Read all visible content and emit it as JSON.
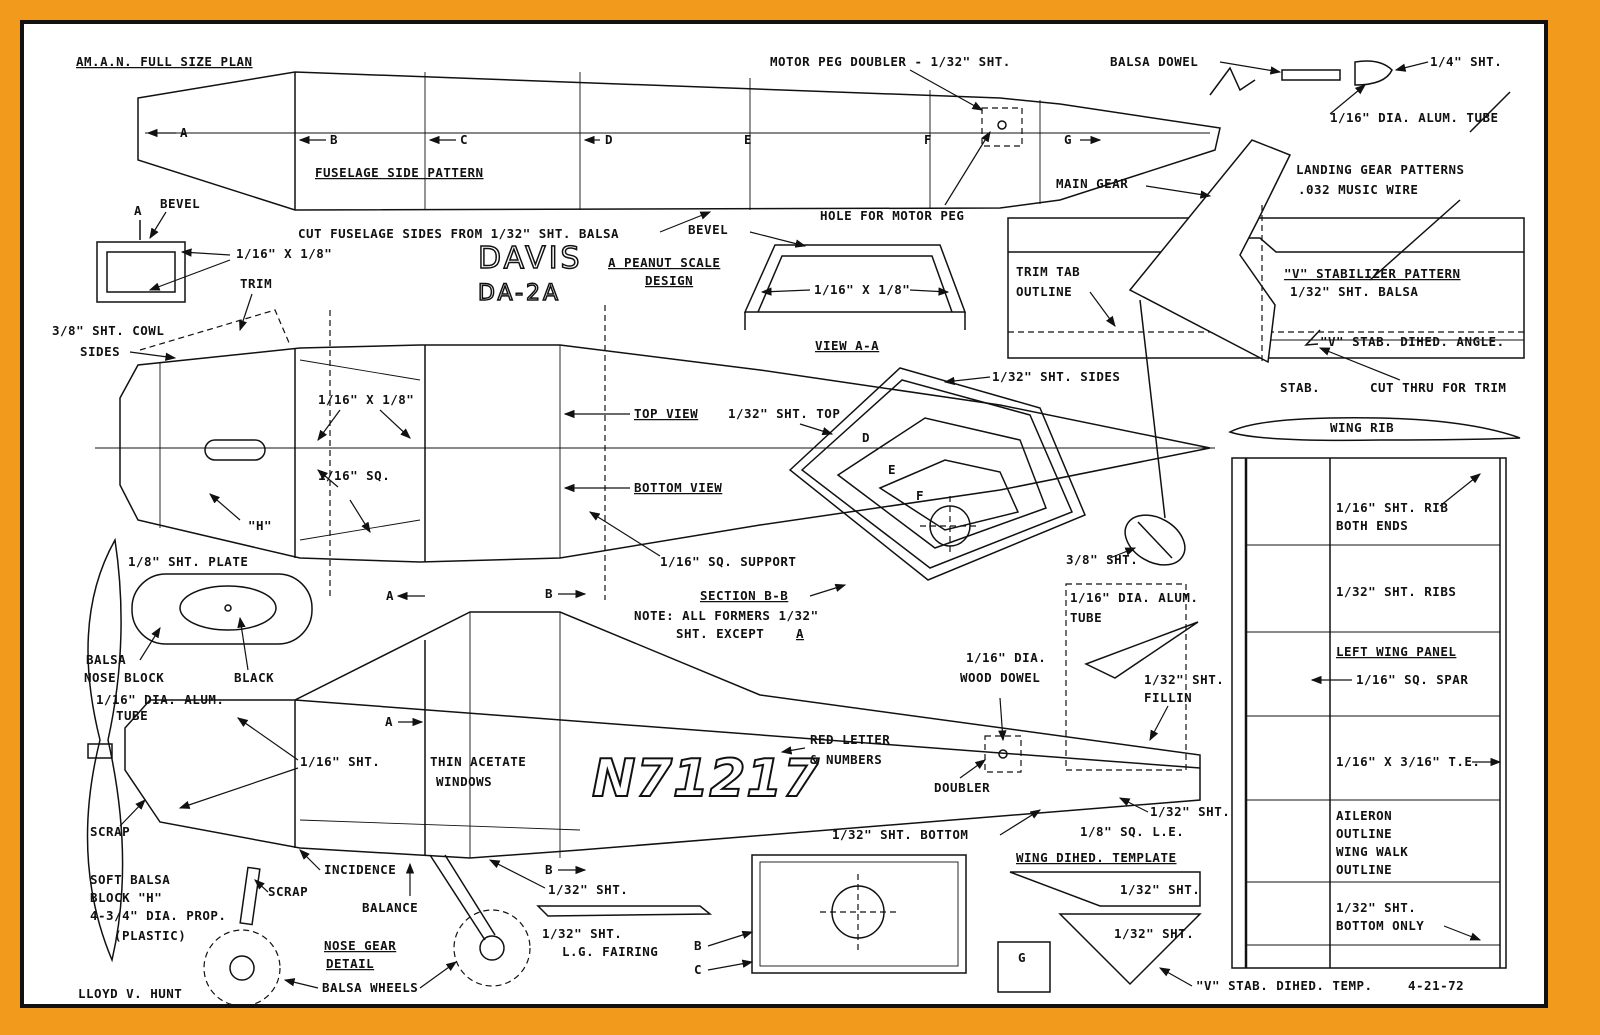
{
  "plan": {
    "title": "AM.A.N. FULL SIZE PLAN",
    "design_name": "DAVIS",
    "design_model": "DA-2A",
    "design_line1": "A PEANUT SCALE",
    "design_line2": "DESIGN",
    "registration": "N71217",
    "date": "4-21-72",
    "designer": "LLOYD V. HUNT"
  },
  "labels": {
    "fuselage_side_pattern": "FUSELAGE SIDE PATTERN",
    "cut_fuselage_sides": "CUT FUSELAGE SIDES FROM 1/32\" SHT. BALSA",
    "motor_peg_doubler": "MOTOR PEG DOUBLER - 1/32\" SHT.",
    "hole_for_motor_peg": "HOLE FOR MOTOR PEG",
    "balsa_dowel": "BALSA DOWEL",
    "sht_1_4": "1/4\" SHT.",
    "alum_tube_top": "1/16\" DIA. ALUM. TUBE",
    "landing_gear_patterns": "LANDING GEAR PATTERNS",
    "music_wire": ".032 MUSIC WIRE",
    "main_gear": "MAIN GEAR",
    "bevel_top": "BEVEL",
    "bevel_left": "BEVEL",
    "a_mark": "A",
    "sixteenth_by_eighth_1": "1/16\" X 1/8\"",
    "sixteenth_by_eighth_2": "1/16\" X 1/8\"",
    "sixteenth_by_eighth_3": "1/16\" X 1/8\"",
    "trim": "TRIM",
    "cowl_sides_1": "3/8\" SHT. COWL",
    "cowl_sides_2": "SIDES",
    "view_aa": "VIEW A-A",
    "trim_tab_1": "TRIM TAB",
    "trim_tab_2": "OUTLINE",
    "v_stab_pattern": "\"V\" STABILIZER PATTERN",
    "v_stab_balsa": "1/32\" SHT. BALSA",
    "v_stab_dihed_angle": "\"V\" STAB. DIHED. ANGLE.",
    "stab_cl": "STAB.",
    "cut_thru_trim": "CUT THRU FOR TRIM",
    "sides_132": "1/32\" SHT. SIDES",
    "top_view": "TOP VIEW",
    "top_132": "1/32\" SHT. TOP",
    "bottom_view": "BOTTOM VIEW",
    "sixteenth_sq": "1/16\" SQ.",
    "h_mark": "\"H\"",
    "sq_support": "1/16\" SQ. SUPPORT",
    "section_bb": "SECTION B-B",
    "note_formers_1": "NOTE: ALL FORMERS 1/32\"",
    "note_formers_2": "SHT. EXCEPT",
    "note_formers_3": "A",
    "wing_rib": "WING RIB",
    "rib_both_ends_1": "1/16\" SHT. RIB",
    "rib_both_ends_2": "BOTH ENDS",
    "ribs_132": "1/32\" SHT. RIBS",
    "left_wing_panel": "LEFT WING PANEL",
    "sq_spar": "1/16\" SQ. SPAR",
    "te": "1/16\" X 3/16\" T.E.",
    "aileron_1": "AILERON",
    "aileron_2": "OUTLINE",
    "wing_walk_1": "WING WALK",
    "wing_walk_2": "OUTLINE",
    "bottom_only_1": "1/32\" SHT.",
    "bottom_only_2": "BOTTOM ONLY",
    "three_eighths_sht": "3/8\" SHT.",
    "alum_tube_mid_1": "1/16\" DIA. ALUM.",
    "alum_tube_mid_2": "TUBE",
    "wood_dowel_1": "1/16\" DIA.",
    "wood_dowel_2": "WOOD DOWEL",
    "fillin_1": "1/32\" SHT.",
    "fillin_2": "FILLIN",
    "plate": "1/8\" SHT. PLATE",
    "balsa_nose_1": "BALSA",
    "balsa_nose_2": "NOSE BLOCK",
    "black": "BLACK",
    "alum_tube_nose_1": "1/16\" DIA. ALUM.",
    "alum_tube_nose_2": "TUBE",
    "sht_116": "1/16\" SHT.",
    "thin_acetate_1": "THIN ACETATE",
    "thin_acetate_2": "WINDOWS",
    "red_letter_1": "RED LETTER",
    "red_letter_2": "& NUMBERS",
    "doubler": "DOUBLER",
    "sht_132_tail": "1/32\" SHT.",
    "bottom_132": "1/32\" SHT. BOTTOM",
    "sq_le": "1/8\" SQ. L.E.",
    "wing_dihed_template": "WING DIHED. TEMPLATE",
    "sht_132_wdt": "1/32\" SHT.",
    "sht_132_vdt": "1/32\" SHT.",
    "v_stab_dihed_temp": "\"V\" STAB. DIHED. TEMP.",
    "scrap_1": "SCRAP",
    "scrap_2": "SCRAP",
    "soft_balsa_1": "SOFT BALSA",
    "soft_balsa_2": "BLOCK \"H\"",
    "prop_1": "4-3/4\" DIA. PROP.",
    "prop_2": "(PLASTIC)",
    "incidence": "INCIDENCE",
    "balance": "BALANCE",
    "nose_gear_1": "NOSE GEAR",
    "nose_gear_2": "DETAIL",
    "balsa_wheels": "BALSA WHEELS",
    "sht_132_lg": "1/32\" SHT.",
    "lg_fairing_1": "1/32\" SHT.",
    "lg_fairing_2": "L.G. FAIRING",
    "station_a": "A",
    "station_b": "B",
    "station_c": "C",
    "station_d": "D",
    "station_e": "E",
    "station_f": "F",
    "station_g": "G",
    "sec_a": "A",
    "sec_b": "B",
    "sec_b2": "B",
    "sec_a2": "A",
    "sec_d": "D",
    "sec_e": "E",
    "sec_f": "F",
    "former_b": "B",
    "former_c": "C",
    "former_g": "G"
  }
}
